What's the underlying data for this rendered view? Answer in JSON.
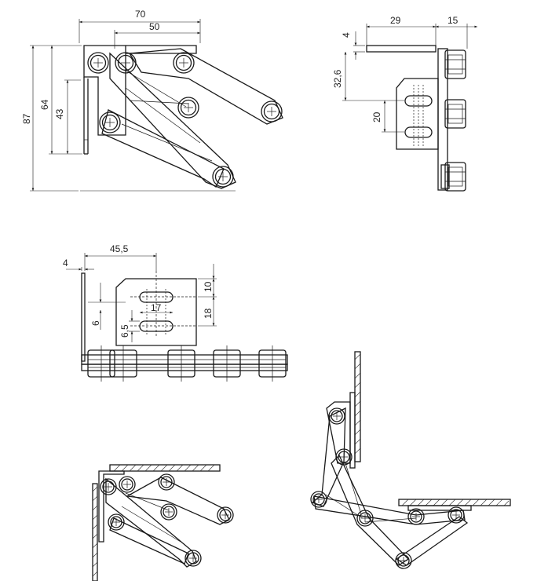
{
  "drawing": {
    "side_view": {
      "dim_width_total": "70",
      "dim_width_inner": "50",
      "dim_height_total": "87",
      "dim_height_mid": "64",
      "dim_height_low": "43"
    },
    "end_view": {
      "dim_thickness": "4",
      "dim_offset": "29",
      "dim_depth": "15",
      "dim_height": "32,6",
      "dim_slot_pitch": "20"
    },
    "plate_view": {
      "dim_thickness": "4",
      "dim_center": "45,5",
      "dim_top": "10",
      "dim_slot_len": "17",
      "dim_slot_pitch": "18",
      "dim_edge": "6",
      "dim_slot_width": "6,5"
    }
  }
}
